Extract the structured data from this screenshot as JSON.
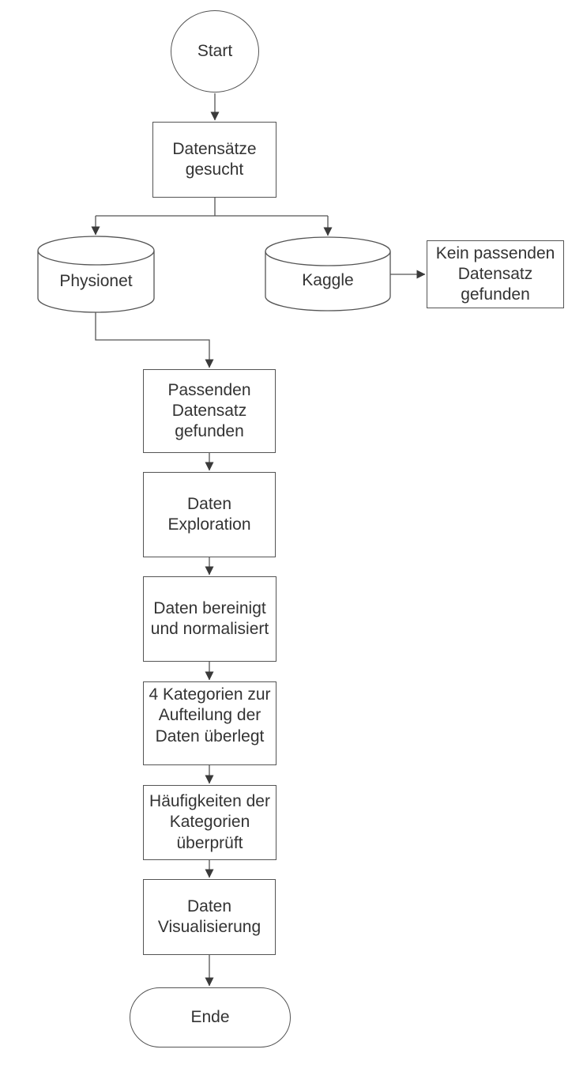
{
  "diagram": {
    "type": "flowchart",
    "language": "de",
    "colors": {
      "background": "#ffffff",
      "node_fill": "#ffffff",
      "stroke": "#545454",
      "text": "#333333",
      "arrowhead": "#3a3a3a"
    },
    "nodes": {
      "start": {
        "label": "Start",
        "shape": "circle"
      },
      "datensaetze_gesucht": {
        "label": "Datensätze\ngesucht",
        "shape": "rectangle"
      },
      "physionet": {
        "label": "Physionet",
        "shape": "database-cylinder"
      },
      "kaggle": {
        "label": "Kaggle",
        "shape": "database-cylinder"
      },
      "kein_passenden_datensatz": {
        "label": "Kein passenden\nDatensatz\ngefunden",
        "shape": "rectangle"
      },
      "passenden_datensatz": {
        "label": "Passenden\nDatensatz\ngefunden",
        "shape": "rectangle"
      },
      "daten_exploration": {
        "label": "Daten\nExploration",
        "shape": "rectangle"
      },
      "daten_bereinigt": {
        "label": "Daten bereinigt\nund normalisiert",
        "shape": "rectangle"
      },
      "kategorien_ueberlegt": {
        "label": "4 Kategorien zur\nAufteilung der\nDaten überlegt",
        "shape": "rectangle"
      },
      "haeufigkeiten_ueberprueft": {
        "label": "Häufigkeiten der\nKategorien\nüberprüft",
        "shape": "rectangle"
      },
      "daten_visualisierung": {
        "label": "Daten\nVisualisierung",
        "shape": "rectangle"
      },
      "ende": {
        "label": "Ende",
        "shape": "terminator-pill"
      }
    },
    "edges": [
      {
        "from": "start",
        "to": "datensaetze_gesucht"
      },
      {
        "from": "datensaetze_gesucht",
        "to": "physionet"
      },
      {
        "from": "datensaetze_gesucht",
        "to": "kaggle"
      },
      {
        "from": "kaggle",
        "to": "kein_passenden_datensatz"
      },
      {
        "from": "physionet",
        "to": "passenden_datensatz"
      },
      {
        "from": "passenden_datensatz",
        "to": "daten_exploration"
      },
      {
        "from": "daten_exploration",
        "to": "daten_bereinigt"
      },
      {
        "from": "daten_bereinigt",
        "to": "kategorien_ueberlegt"
      },
      {
        "from": "kategorien_ueberlegt",
        "to": "haeufigkeiten_ueberprueft"
      },
      {
        "from": "haeufigkeiten_ueberprueft",
        "to": "daten_visualisierung"
      },
      {
        "from": "daten_visualisierung",
        "to": "ende"
      }
    ]
  }
}
